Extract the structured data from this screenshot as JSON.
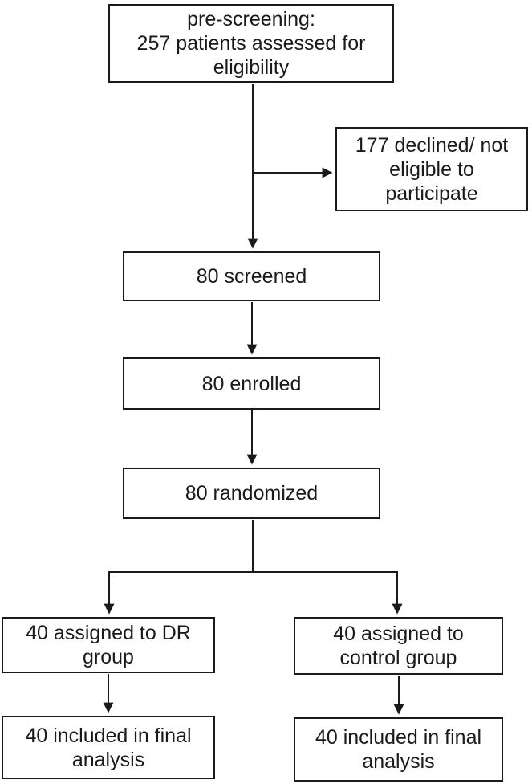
{
  "diagram": {
    "kind": "patient-flow-diagram",
    "theme": {
      "line_color": "#1a1a1a",
      "box_border_color": "#1a1a1a",
      "box_fill": "#ffffff",
      "background": "#ffffff",
      "text_color": "#1a1a1a"
    },
    "nodes": {
      "prescreening": {
        "text": "pre-screening:\n257 patients assessed for\neligibility"
      },
      "declined": {
        "text": "177 declined/ not\neligible to\nparticipate"
      },
      "screened": {
        "text": "80 screened"
      },
      "enrolled": {
        "text": "80 enrolled"
      },
      "randomized": {
        "text": "80 randomized"
      },
      "dr_group": {
        "text": "40 assigned to DR\ngroup"
      },
      "control_group": {
        "text": "40 assigned to\ncontrol group"
      },
      "dr_final": {
        "text": "40 included in final\nanalysis"
      },
      "control_final": {
        "text": "40 included in final\nanalysis"
      }
    },
    "edges": [
      {
        "from": "prescreening",
        "to": "screened"
      },
      {
        "from": "prescreening",
        "to": "declined"
      },
      {
        "from": "screened",
        "to": "enrolled"
      },
      {
        "from": "enrolled",
        "to": "randomized"
      },
      {
        "from": "randomized",
        "to": "dr_group"
      },
      {
        "from": "randomized",
        "to": "control_group"
      },
      {
        "from": "dr_group",
        "to": "dr_final"
      },
      {
        "from": "control_group",
        "to": "control_final"
      }
    ]
  }
}
